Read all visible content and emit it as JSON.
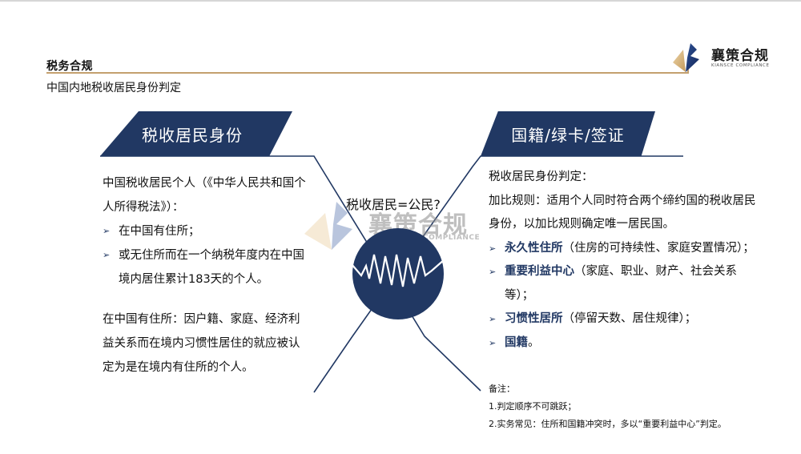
{
  "header": {
    "section_title": "税务合规",
    "subtitle": "中国内地税收居民身份判定"
  },
  "logo": {
    "name_cn": "襄策合规",
    "name_en": "KIANSCE COMPLIANCE",
    "colors": {
      "navy": "#1f3a73",
      "gold": "#d8b67e"
    }
  },
  "watermark": {
    "name_cn": "襄策合规",
    "name_en": "COMPLIANCE"
  },
  "colors": {
    "navy": "#213863",
    "gold_rule": "#c3a06e",
    "text": "#111111"
  },
  "left_panel": {
    "banner": "税收居民身份",
    "intro": "中国税收居民个人（《中华人民共和国个人所得税法》）：",
    "bullets": [
      "在中国有住所；",
      "或无住所而在一个纳税年度内在中国境内居住累计183天的个人。"
    ],
    "domicile_note": "在中国有住所：因户籍、家庭、经济利益关系而在境内习惯性居住的就应被认定为是在境内有住所的个人。"
  },
  "center": {
    "question": "税收居民=公民?",
    "icon": "waveform-icon"
  },
  "right_panel": {
    "banner": "国籍/绿卡/签证",
    "heading": "税收居民身份判定：",
    "rule": "加比规则：适用个人同时符合两个缔约国的税收居民身份，以加比规则确定唯一居民国。",
    "bullets": [
      {
        "bold": "永久性住所",
        "rest": "（住房的可持续性、家庭安置情况）；"
      },
      {
        "bold": "重要利益中心",
        "rest": "（家庭、职业、财产、社会关系等）；"
      },
      {
        "bold": "习惯性居所",
        "rest": "（停留天数、居住规律）；"
      },
      {
        "bold": "国籍",
        "rest": "。"
      }
    ],
    "notes": {
      "label": "备注：",
      "items": [
        "1.判定顺序不可跳跃；",
        "2.实务常见：住所和国籍冲突时，多以“重要利益中心”判定。"
      ]
    }
  }
}
